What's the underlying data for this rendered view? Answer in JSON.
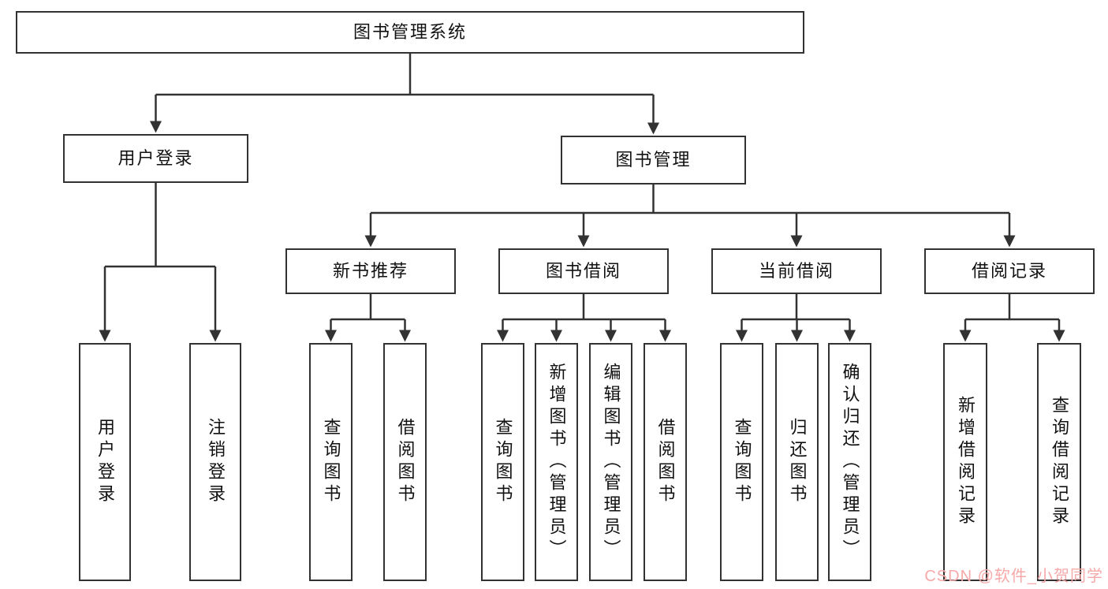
{
  "tree": {
    "root": {
      "label": "图书管理系统"
    },
    "branches": [
      {
        "label": "用户登录",
        "children": [
          {
            "label": "用户登录"
          },
          {
            "label": "注销登录"
          }
        ]
      },
      {
        "label": "图书管理",
        "children": [
          {
            "label": "新书推荐",
            "children": [
              {
                "label": "查询图书"
              },
              {
                "label": "借阅图书"
              }
            ]
          },
          {
            "label": "图书借阅",
            "children": [
              {
                "label": "查询图书"
              },
              {
                "label": "新增图书（管理员）"
              },
              {
                "label": "编辑图书（管理员）"
              },
              {
                "label": "借阅图书"
              }
            ]
          },
          {
            "label": "当前借阅",
            "children": [
              {
                "label": "查询图书"
              },
              {
                "label": "归还图书"
              },
              {
                "label": "确认归还（管理员）"
              }
            ]
          },
          {
            "label": "借阅记录",
            "children": [
              {
                "label": "新增借阅记录"
              },
              {
                "label": "查询借阅记录"
              }
            ]
          }
        ]
      }
    ]
  },
  "watermark": "CSDN @软件_小贺同学",
  "colors": {
    "line": "#323232",
    "box_border": "#323232",
    "text": "#111111",
    "watermark": "#f7a8a8",
    "background": "#ffffff"
  }
}
